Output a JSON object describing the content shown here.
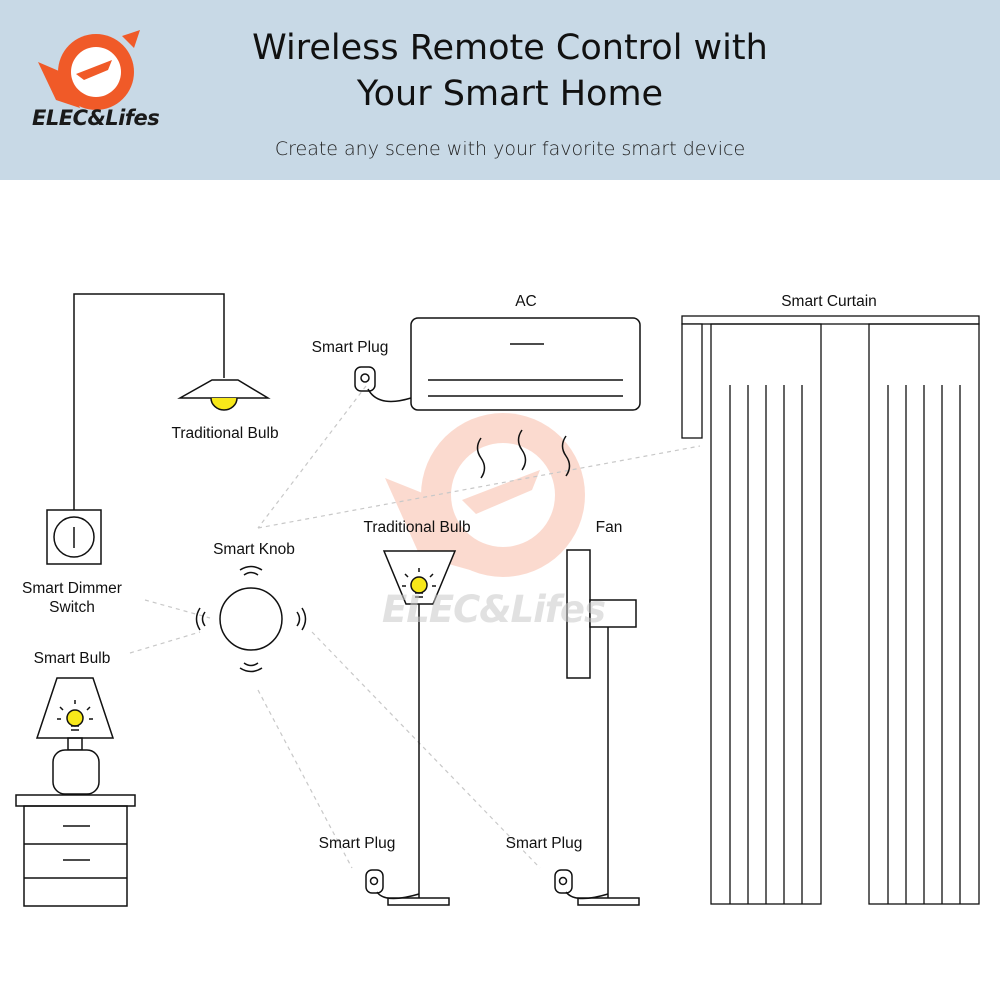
{
  "header": {
    "brand": "ELEC&Lifes",
    "title_line1": "Wireless Remote Control with",
    "title_line2": "Your Smart Home",
    "subtitle": "Create any scene with your favorite smart device"
  },
  "labels": {
    "ac": "AC",
    "smart_curtain": "Smart Curtain",
    "smart_plug_top": "Smart Plug",
    "traditional_bulb_ceiling": "Traditional Bulb",
    "traditional_bulb_floor": "Traditional Bulb",
    "fan": "Fan",
    "smart_knob": "Smart Knob",
    "smart_dimmer_line1": "Smart Dimmer",
    "smart_dimmer_line2": "Switch",
    "smart_bulb": "Smart Bulb",
    "smart_plug_lamp": "Smart Plug",
    "smart_plug_fan": "Smart Plug"
  },
  "watermark": "ELEC&Lifes",
  "colors": {
    "header_bg": "#c8d9e6",
    "brand_orange": "#f05a28",
    "bulb_yellow": "#f7e81a",
    "line": "#111111"
  }
}
